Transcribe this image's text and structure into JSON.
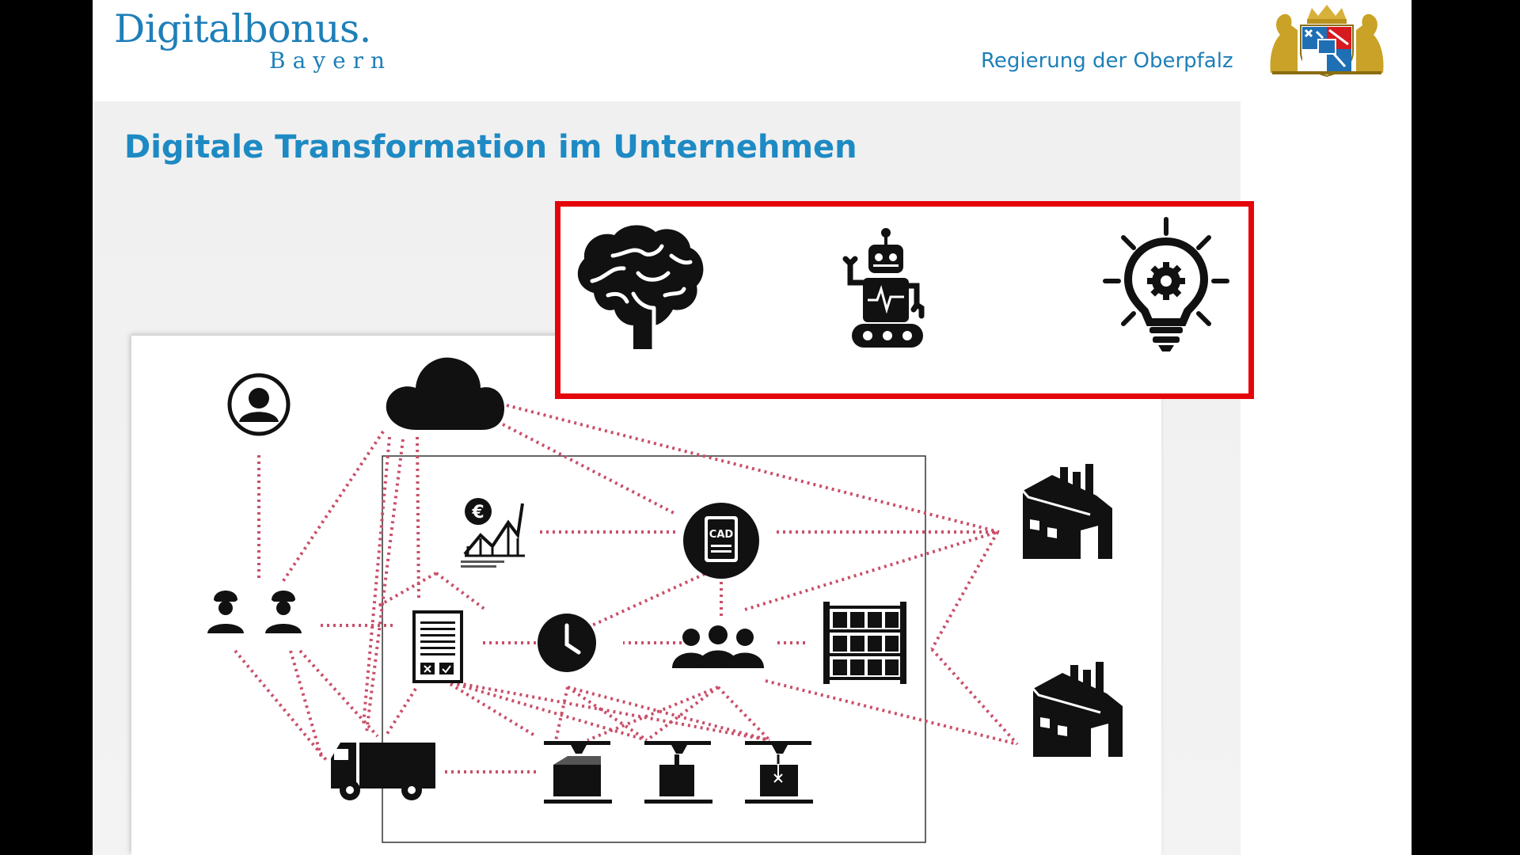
{
  "header": {
    "logo_main": "Digitalbonus.",
    "logo_sub": "Bayern",
    "org_name": "Regierung der Oberpfalz"
  },
  "slide": {
    "title": "Digitale Transformation im Unternehmen"
  },
  "highlight_icons": [
    "brain-icon",
    "robot-icon",
    "lightbulb-gear-icon"
  ],
  "diagram_icons": [
    "user-icon",
    "cloud-icon",
    "workers-icon",
    "finance-chart-icon",
    "cad-icon",
    "document-icon",
    "clock-icon",
    "team-icon",
    "shelf-icon",
    "factory-icon",
    "truck-icon",
    "printer-3d-icon"
  ],
  "cad_label": "CAD",
  "euro_symbol": "€",
  "colors": {
    "brand_blue": "#1e7fb8",
    "title_blue": "#1e8ac4",
    "highlight_red": "#e4050b",
    "connector_red": "#c9506a"
  }
}
